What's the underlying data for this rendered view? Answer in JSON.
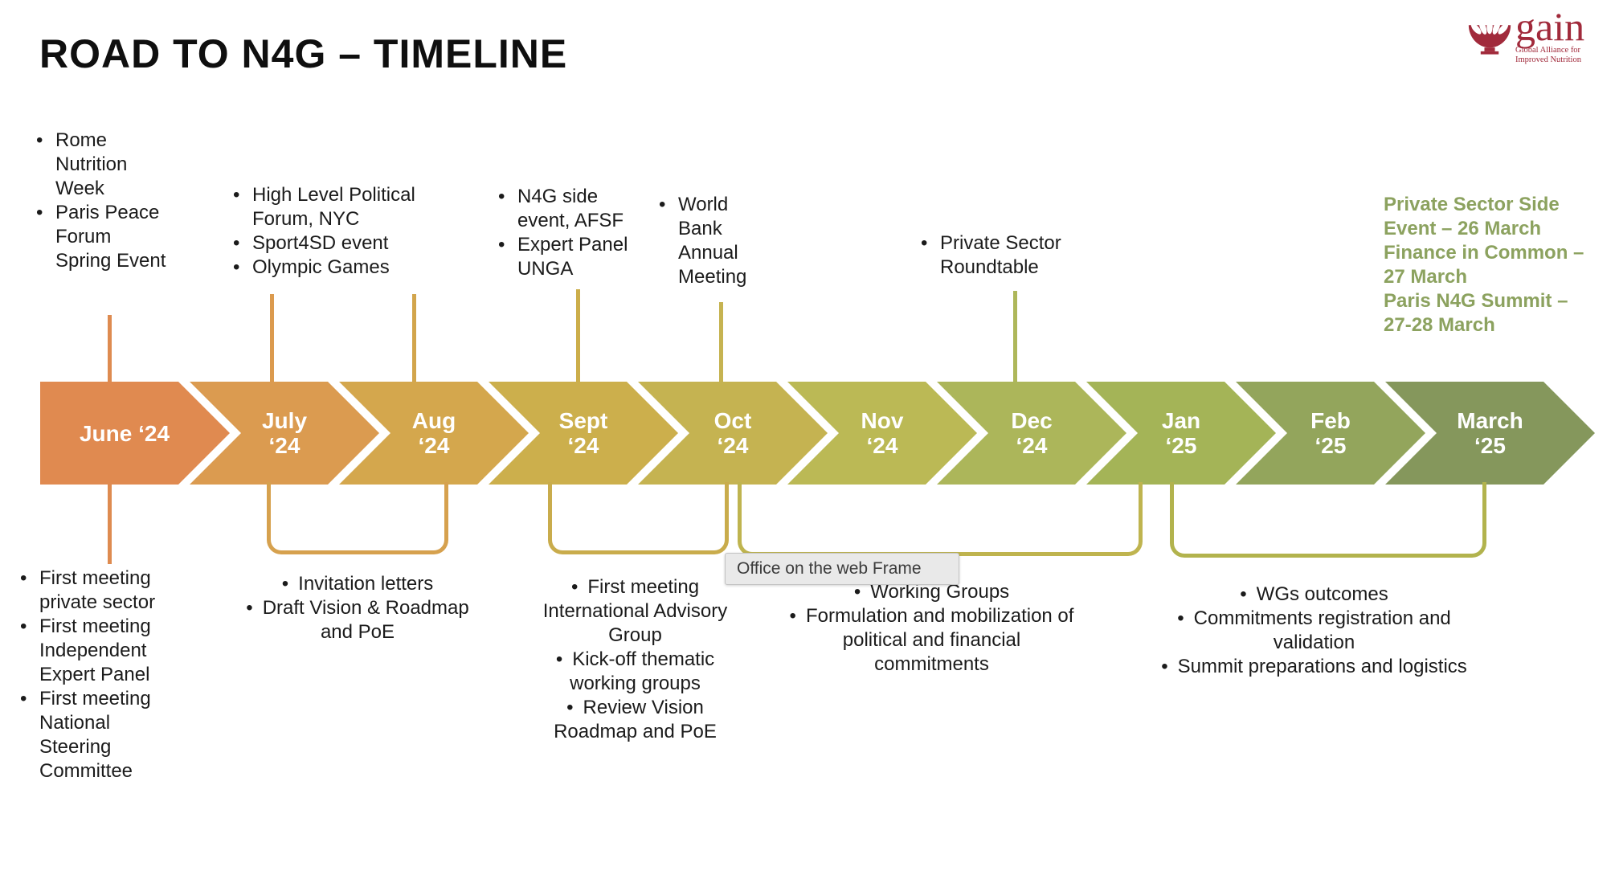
{
  "slide": {
    "title": "ROAD TO N4G – TIMELINE",
    "logo": {
      "wordmark": "gain",
      "tagline_line1": "Global Alliance for",
      "tagline_line2": "Improved Nutrition",
      "color": "#A12A3B"
    },
    "months": [
      {
        "label": "June ‘24",
        "color": "#E08A50"
      },
      {
        "label": "July\n‘24",
        "color": "#DB9B50"
      },
      {
        "label": "Aug\n‘24",
        "color": "#D4A74D"
      },
      {
        "label": "Sept\n‘24",
        "color": "#CCAF4C"
      },
      {
        "label": "Oct\n‘24",
        "color": "#C5B351"
      },
      {
        "label": "Nov\n‘24",
        "color": "#BBB955"
      },
      {
        "label": "Dec\n‘24",
        "color": "#ACB65A"
      },
      {
        "label": "Jan\n‘25",
        "color": "#A4B457"
      },
      {
        "label": "Feb\n‘25",
        "color": "#93A55C"
      },
      {
        "label": "March\n‘25",
        "color": "#85975C"
      }
    ],
    "top_blocks": [
      {
        "items": [
          "Rome Nutrition Week",
          "Paris Peace Forum Spring Event"
        ]
      },
      {
        "items": [
          "High Level Political Forum, NYC",
          "Sport4SD event",
          "Olympic Games"
        ]
      },
      {
        "items": [
          "N4G side event, AFSF",
          "Expert Panel UNGA"
        ]
      },
      {
        "items": [
          "World Bank Annual Meeting"
        ]
      },
      {
        "items": [
          "Private Sector Roundtable"
        ]
      }
    ],
    "bottom_blocks": [
      {
        "items": [
          "First meeting private sector",
          "First meeting Independent Expert Panel",
          "First meeting National Steering Committee"
        ]
      },
      {
        "items": [
          "Invitation letters",
          "Draft Vision & Roadmap and PoE"
        ]
      },
      {
        "items": [
          "First meeting International Advisory Group",
          "Kick-off thematic working groups",
          "Review Vision Roadmap and PoE"
        ]
      },
      {
        "items": [
          "Working Groups",
          "Formulation and mobilization of political and financial commitments"
        ]
      },
      {
        "items": [
          "WGs outcomes",
          "Commitments registration and validation",
          "Summit preparations and logistics"
        ]
      }
    ],
    "highlight": {
      "color": "#8CA25F",
      "items": [
        "Private Sector Side Event – 26 March",
        "Finance in Common – 27 March",
        "Paris N4G Summit – 27-28 March"
      ]
    },
    "connector_colors": {
      "top": [
        "#DE8B50",
        "#DB9A4E",
        "#D2A54C",
        "#CCAE4B",
        "#C6B351",
        "#AEB75A"
      ],
      "bottom": [
        "#DE8B50",
        "#D6A14E",
        "#C9AC4C",
        "#BFB44F",
        "#B2B34D"
      ]
    }
  },
  "tooltip": {
    "text": "Office on the web Frame"
  }
}
